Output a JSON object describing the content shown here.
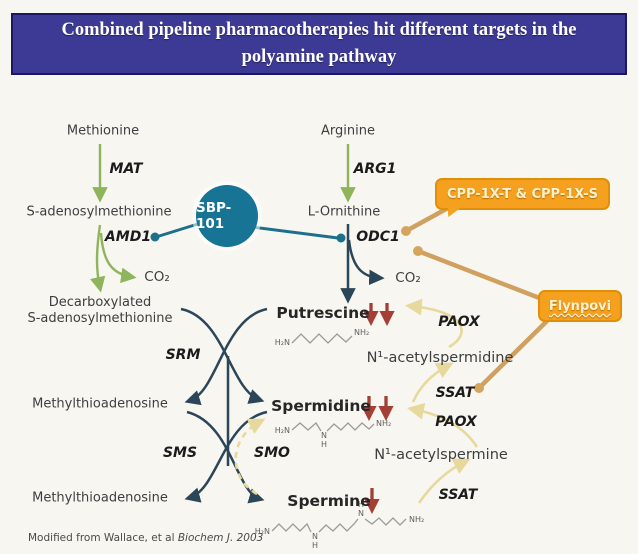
{
  "title": "Combined pipeline pharmacotherapies hit different targets in the polyamine pathway",
  "metabolites": {
    "methionine": "Methionine",
    "sam": "S-adenosylmethionine",
    "dcsam_line1": "Decarboxylated",
    "dcsam_line2": "S-adenosylmethionine",
    "co2_left": "CO₂",
    "mta_top": "Methylthioadenosine",
    "mta_bottom": "Methylthioadenosine",
    "arginine": "Arginine",
    "ornithine": "L-Ornithine",
    "co2_right": "CO₂",
    "putrescine": "Putrescine",
    "spermidine": "Spermidine",
    "spermine": "Spermine",
    "acetylspermidine": "N¹-acetylspermidine",
    "acetylspermine": "N¹-acetylspermine"
  },
  "enzymes": {
    "mat": "MAT",
    "amd1": "AMD1",
    "srm": "SRM",
    "sms": "SMS",
    "smo": "SMO",
    "arg1": "ARG1",
    "odc1": "ODC1",
    "paox_top": "PAOX",
    "ssat_top": "SSAT",
    "paox_mid": "PAOX",
    "ssat_bottom": "SSAT"
  },
  "drugs": {
    "sbp101": "SBP-101",
    "cpp": "CPP-1X-T & CPP-1X-S",
    "flynpovi": "Flynpovi"
  },
  "chem": {
    "h2n": "H₂N",
    "nh2": "NH₂",
    "n": "N",
    "h": "H"
  },
  "footer": {
    "prefix": "Modified from Wallace, et al ",
    "source": "Biochem J. 2003"
  },
  "colors": {
    "title_bg": "#3d3a96",
    "drug_orange": "#f5a01f",
    "sbp_teal": "#177494",
    "pathway_navy": "#2a4658",
    "anabolic_green": "#8eb45c",
    "catabolic_yellow": "#e7d89c",
    "inhibit_red": "#a43f35",
    "connector_tan": "#cfa05f"
  }
}
